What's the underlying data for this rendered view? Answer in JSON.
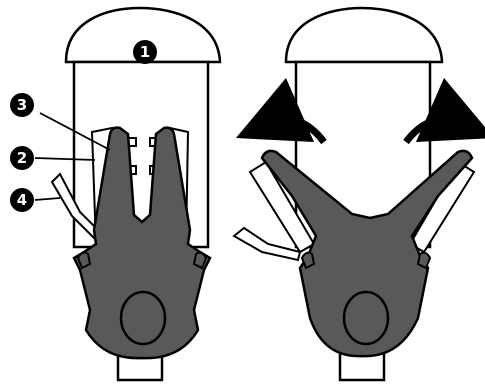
{
  "figure": {
    "colors": {
      "outline": "#000000",
      "body_fill": "#595959",
      "machine_fill": "#ffffff",
      "callout_fill": "#000000",
      "callout_text": "#ffffff"
    },
    "panels": [
      {
        "id": "left",
        "state": "arms-forward"
      },
      {
        "id": "right",
        "state": "arms-open",
        "arrows": [
          "rotate-left-arrow",
          "rotate-right-arrow"
        ]
      }
    ],
    "callouts": [
      {
        "label": "1"
      },
      {
        "label": "3"
      },
      {
        "label": "2"
      },
      {
        "label": "4"
      }
    ]
  }
}
